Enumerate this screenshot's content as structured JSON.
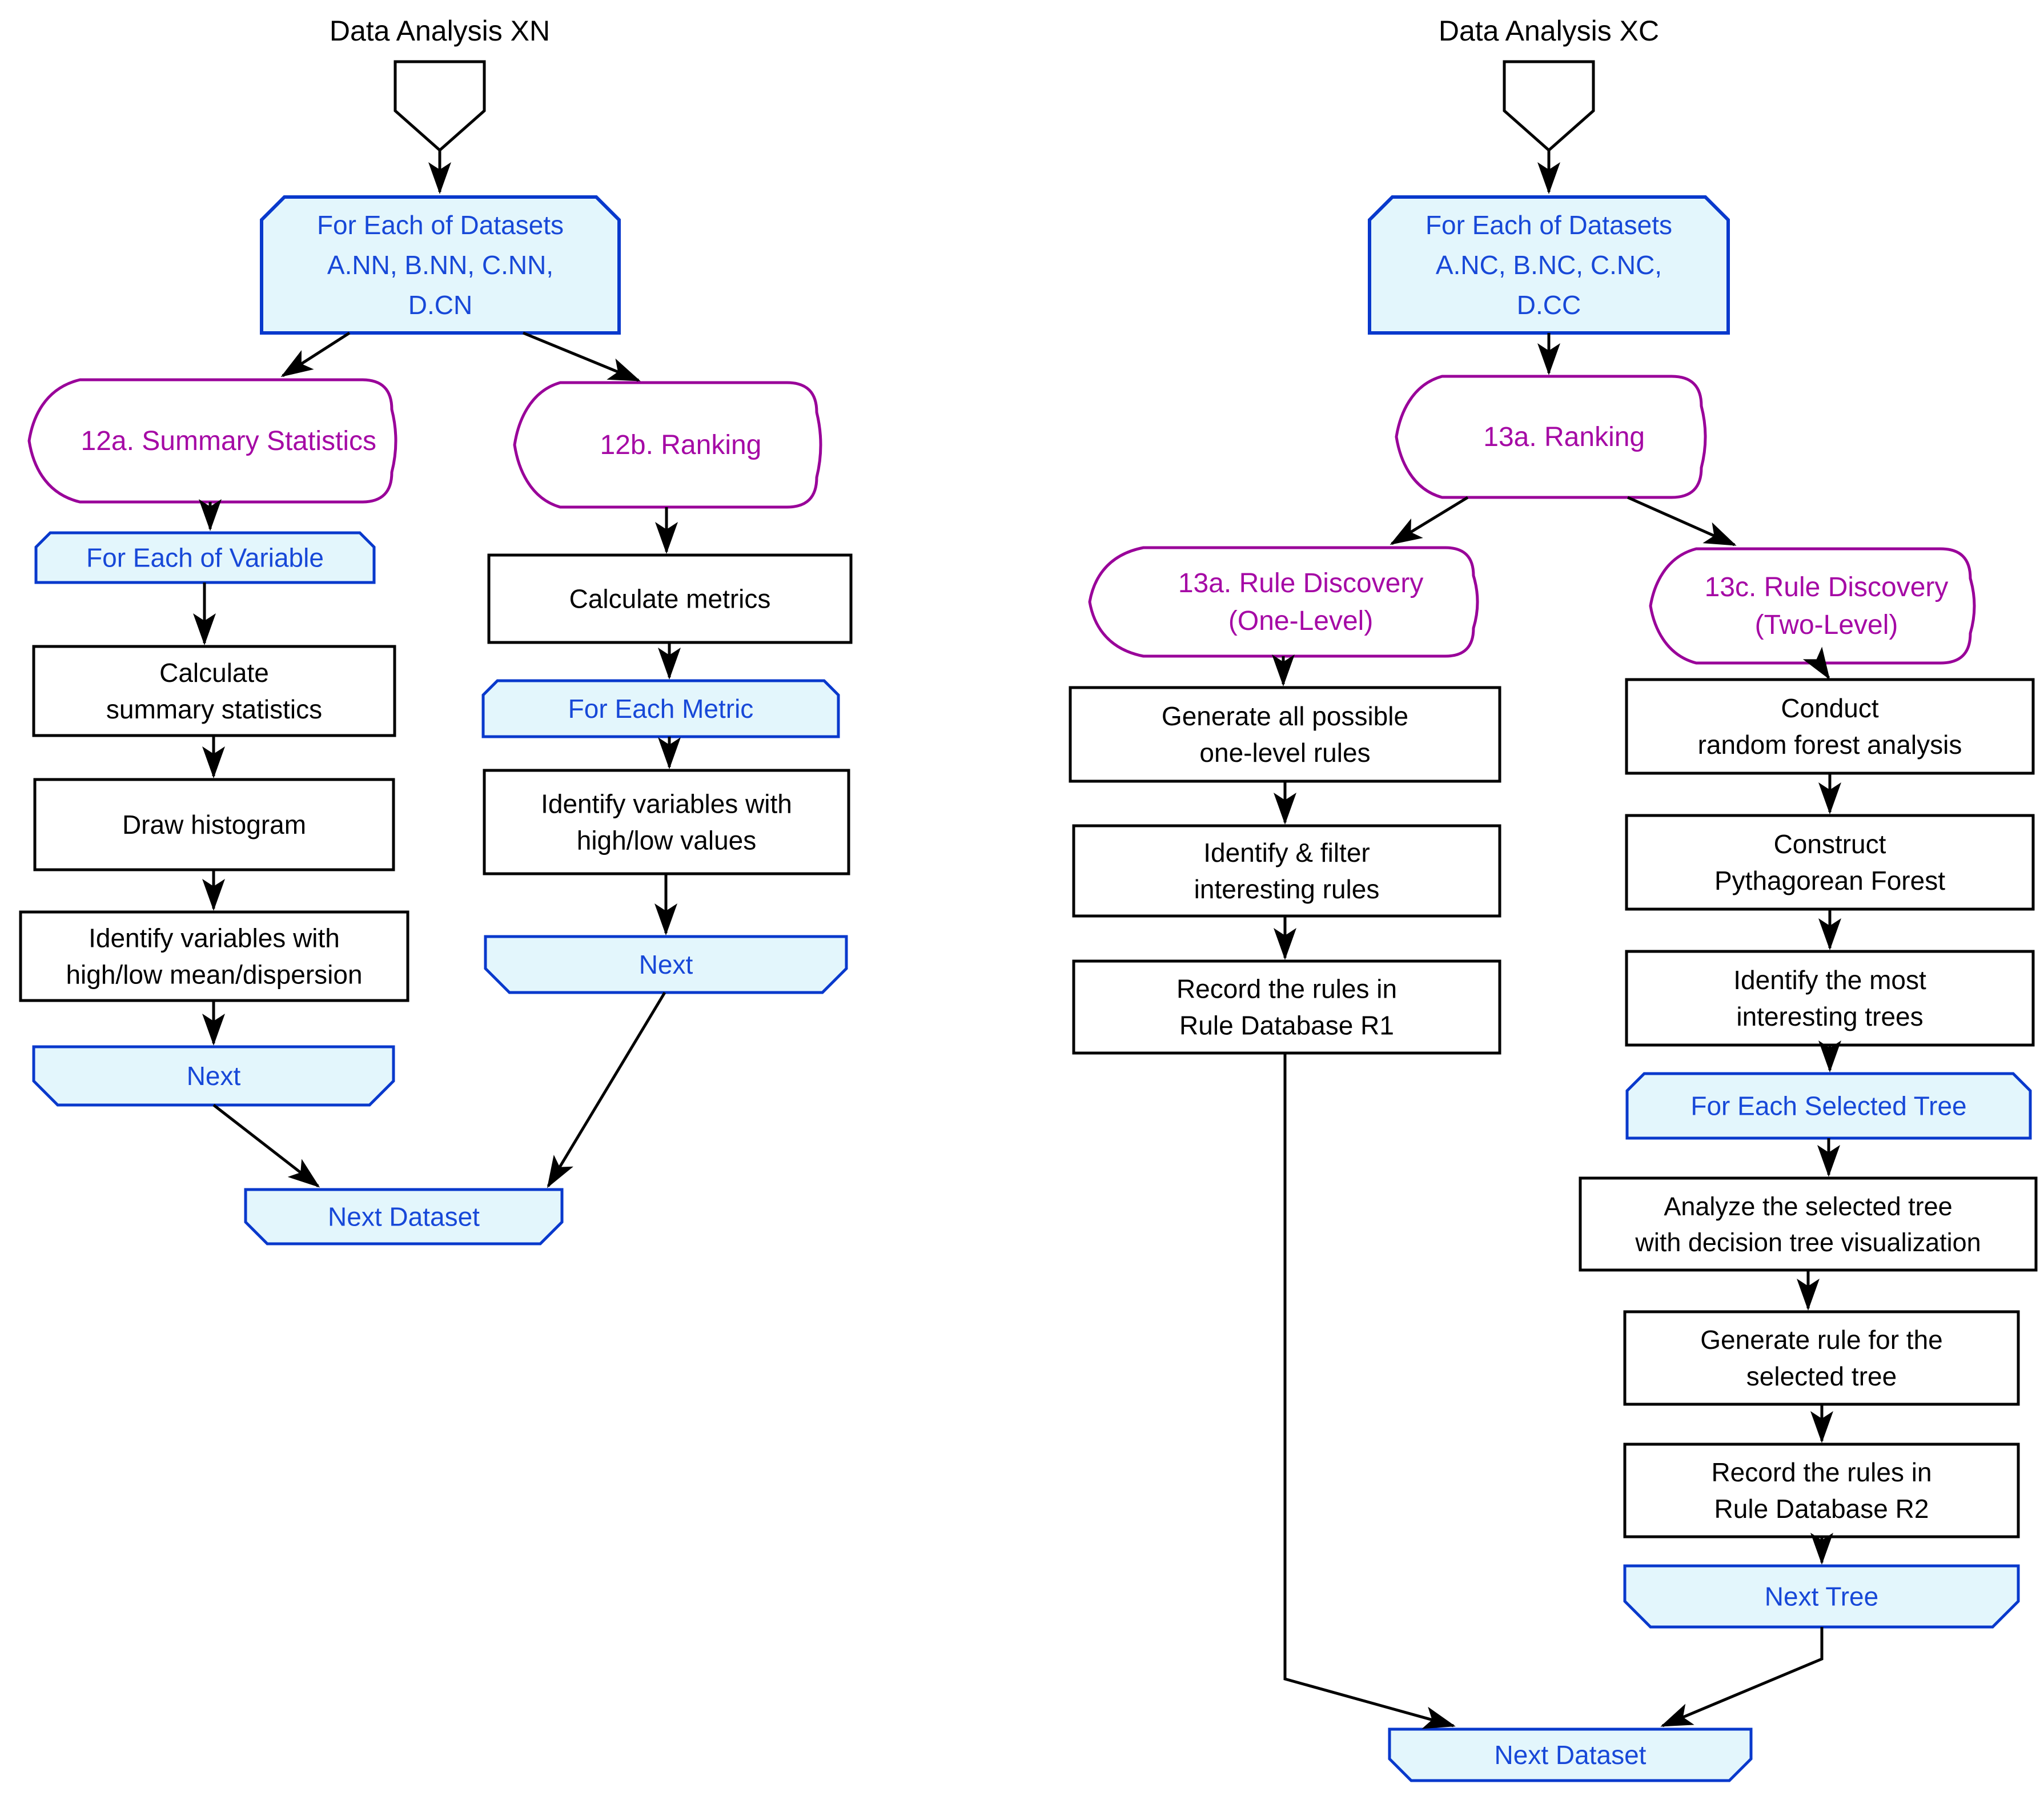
{
  "page": {
    "background": "#FFFFFF"
  },
  "colors": {
    "process_fill": "#FFFFFF",
    "process_stroke": "#000000",
    "process_text": "#000000",
    "loop_fill": "#E3F6FC",
    "loop_stroke": "#0939CC",
    "loop_text": "#1748D8",
    "display_fill": "#FFFFFF",
    "display_stroke": "#990099",
    "display_text": "#A509A5",
    "edge": "#000000",
    "title_text": "#000000"
  },
  "charts": {
    "xn": {
      "title": "Data Analysis XN",
      "nodes": {
        "offpage-connector": {
          "kind": "off-page-connector",
          "lines": []
        },
        "datasets-loop": {
          "kind": "loop-start",
          "lines": [
            "For Each of Datasets",
            "A.NN, B.NN, C.NN,",
            "D.CN"
          ]
        },
        "summary-statistics": {
          "kind": "display",
          "lines": [
            "12a. Summary Statistics"
          ]
        },
        "ranking": {
          "kind": "display",
          "lines": [
            "12b. Ranking"
          ]
        },
        "foreach-variable": {
          "kind": "loop-start",
          "lines": [
            "For Each of Variable"
          ]
        },
        "calculate-summary": {
          "kind": "process",
          "lines": [
            "Calculate",
            "summary statistics"
          ]
        },
        "draw-histogram": {
          "kind": "process",
          "lines": [
            "Draw histogram"
          ]
        },
        "identify-mean-dispersion": {
          "kind": "process",
          "lines": [
            "Identify variables with",
            "high/low mean/dispersion"
          ]
        },
        "next-variable": {
          "kind": "loop-end",
          "lines": [
            "Next"
          ]
        },
        "calculate-metrics": {
          "kind": "process",
          "lines": [
            "Calculate metrics"
          ]
        },
        "foreach-metric": {
          "kind": "loop-start",
          "lines": [
            "For Each Metric"
          ]
        },
        "identify-high-low-values": {
          "kind": "process",
          "lines": [
            "Identify variables with",
            "high/low values"
          ]
        },
        "next-metric": {
          "kind": "loop-end",
          "lines": [
            "Next"
          ]
        },
        "next-dataset": {
          "kind": "loop-end",
          "lines": [
            "Next Dataset"
          ]
        }
      }
    },
    "xc": {
      "title": "Data Analysis XC",
      "nodes": {
        "offpage-connector": {
          "kind": "off-page-connector",
          "lines": []
        },
        "datasets-loop": {
          "kind": "loop-start",
          "lines": [
            "For Each of Datasets",
            "A.NC, B.NC, C.NC,",
            "D.CC"
          ]
        },
        "ranking": {
          "kind": "display",
          "lines": [
            "13a. Ranking"
          ]
        },
        "rule-discovery-one-level": {
          "kind": "display",
          "lines": [
            "13a. Rule Discovery",
            "(One-Level)"
          ]
        },
        "rule-discovery-two-level": {
          "kind": "display",
          "lines": [
            "13c. Rule Discovery",
            "(Two-Level)"
          ]
        },
        "generate-one-level-rules": {
          "kind": "process",
          "lines": [
            "Generate all possible",
            "one-level rules"
          ]
        },
        "identify-filter-rules": {
          "kind": "process",
          "lines": [
            "Identify & filter",
            "interesting rules"
          ]
        },
        "record-rules-r1": {
          "kind": "process",
          "lines": [
            "Record the rules in",
            "Rule Database R1"
          ]
        },
        "conduct-random-forest": {
          "kind": "process",
          "lines": [
            "Conduct",
            "random forest analysis"
          ]
        },
        "construct-pythagorean-forest": {
          "kind": "process",
          "lines": [
            "Construct",
            "Pythagorean Forest"
          ]
        },
        "identify-interesting-trees": {
          "kind": "process",
          "lines": [
            "Identify the most",
            "interesting trees"
          ]
        },
        "foreach-selected-tree": {
          "kind": "loop-start",
          "lines": [
            "For Each Selected Tree"
          ]
        },
        "analyze-selected-tree": {
          "kind": "process",
          "lines": [
            "Analyze the selected tree",
            "with decision tree visualization"
          ]
        },
        "generate-rule-selected-tree": {
          "kind": "process",
          "lines": [
            "Generate rule for the",
            "selected tree"
          ]
        },
        "record-rules-r2": {
          "kind": "process",
          "lines": [
            "Record the rules in",
            "Rule Database R2"
          ]
        },
        "next-tree": {
          "kind": "loop-end",
          "lines": [
            "Next Tree"
          ]
        },
        "next-dataset": {
          "kind": "loop-end",
          "lines": [
            "Next Dataset"
          ]
        }
      }
    }
  }
}
